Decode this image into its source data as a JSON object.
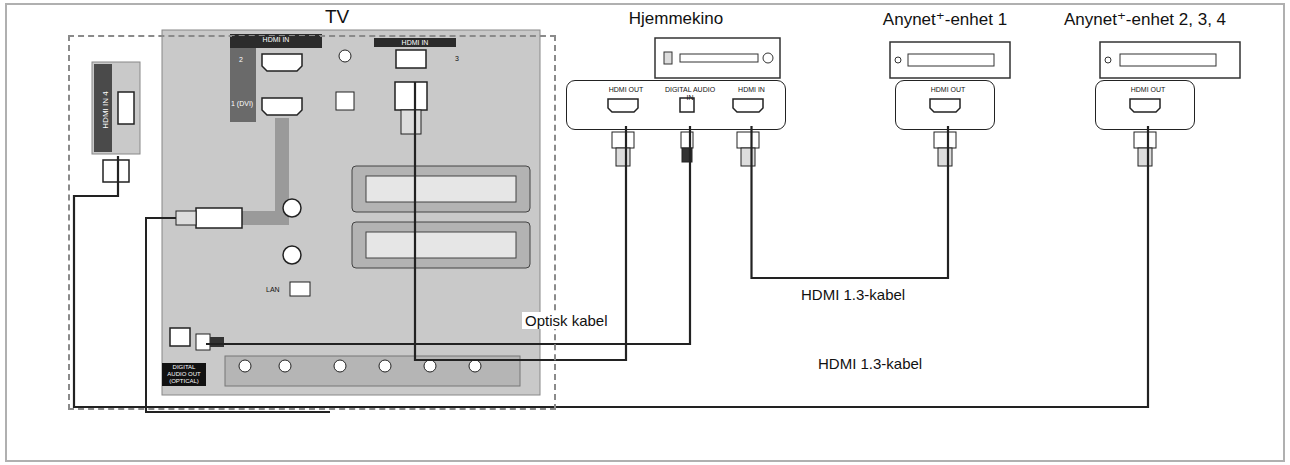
{
  "diagram": {
    "nodes": [
      {
        "text": [
          "TV"
        ]
      },
      {
        "text": [
          "HDMI IN"
        ],
        "in": 0
      },
      {
        "text": [
          "DIGITAL AUDIO OUT (OPTICAL)"
        ],
        "in": 0
      },
      {
        "text": [
          "HDMI IN 4"
        ],
        "in": 0
      },
      {
        "text": [
          "Hjemmekino"
        ]
      },
      {
        "text": [
          "HDMI OUT"
        ],
        "in": 4
      },
      {
        "text": [
          "DIGITAL AUDIO IN"
        ],
        "in": 4
      },
      {
        "text": [
          "HDMI IN"
        ],
        "in": 4
      },
      {
        "text": [
          "Anynet⁺-enhet 1"
        ]
      },
      {
        "text": [
          "HDMI OUT"
        ],
        "in": 8
      },
      {
        "text": [
          "Anynet⁺-enhet 2, 3, 4"
        ]
      },
      {
        "text": [
          "HDMI OUT"
        ],
        "in": 10
      }
    ],
    "edges": [
      {
        "from": 5,
        "to": 1,
        "arrow": "none"
      },
      {
        "from": 2,
        "to": 6,
        "label": "Optisk kabel",
        "arrow": "none"
      },
      {
        "from": 9,
        "to": 7,
        "label": "HDMI 1.3-kabel",
        "arrow": "none"
      },
      {
        "from": 11,
        "to": 3,
        "label": "HDMI 1.3-kabel",
        "arrow": "none"
      }
    ],
    "labels": [
      "HDMI IN",
      "2",
      "1 (DVI)",
      "3",
      "LAN"
    ]
  }
}
